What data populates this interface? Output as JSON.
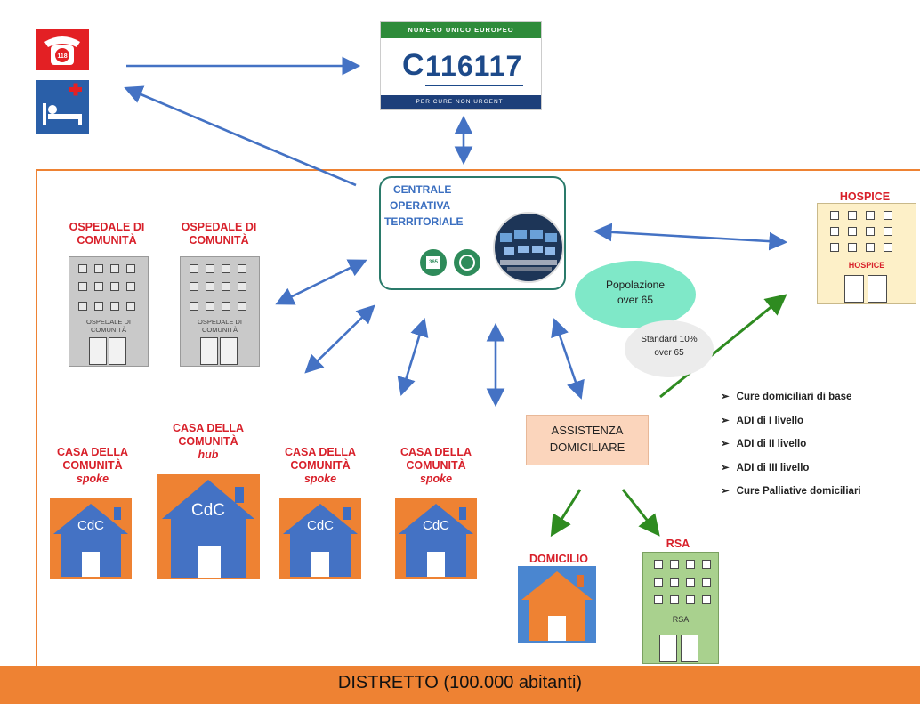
{
  "top": {
    "phone_number": "118",
    "number_panel": {
      "header": "NUMERO UNICO EUROPEO",
      "number": "116117",
      "footer": "PER CURE NON URGENTI"
    }
  },
  "cot": {
    "line1": "CENTRALE",
    "line2": "OPERATIVA",
    "line3": "TERRITORIALE",
    "calendar_text": "365"
  },
  "ospedale": [
    {
      "line1": "OSPEDALE DI",
      "line2": "COMUNITÀ",
      "sign1": "OSPEDALE DI",
      "sign2": "COMUNITÀ"
    },
    {
      "line1": "OSPEDALE DI",
      "line2": "COMUNITÀ",
      "sign1": "OSPEDALE DI",
      "sign2": "COMUNITÀ"
    }
  ],
  "hospice": {
    "title": "HOSPICE",
    "sign": "HOSPICE"
  },
  "popolazione": {
    "line1": "Popolazione",
    "line2": "over 65"
  },
  "standard": {
    "line1": "Standard 10%",
    "line2": "over 65"
  },
  "cure_list": [
    "Cure domiciliari di base",
    "ADI di I livello",
    "ADI di II livello",
    "ADI di III livello",
    "Cure Palliative domiciliari"
  ],
  "case": [
    {
      "line1": "CASA DELLA",
      "line2": "COMUNITÀ",
      "type": "spoke",
      "house": "CdC"
    },
    {
      "line1": "CASA DELLA",
      "line2": "COMUNITÀ",
      "type": "hub",
      "house": "CdC"
    },
    {
      "line1": "CASA DELLA",
      "line2": "COMUNITÀ",
      "type": "spoke",
      "house": "CdC"
    },
    {
      "line1": "CASA DELLA",
      "line2": "COMUNITÀ",
      "type": "spoke",
      "house": "CdC"
    }
  ],
  "assistenza": {
    "line1": "ASSISTENZA",
    "line2": "DOMICILIARE"
  },
  "domicilio": {
    "title": "DOMICILIO"
  },
  "rsa": {
    "title": "RSA",
    "sign": "RSA"
  },
  "distretto": {
    "label": "DISTRETTO (100.000 abitanti)"
  },
  "colors": {
    "orange": "#ee8233",
    "blue_arrow": "#4472c4",
    "green_arrow": "#2e8b20",
    "house_blue": "#4472c4",
    "red_text": "#d8202a",
    "cot_border": "#2a7a6a",
    "popolazione_fill": "#7fe8c8",
    "assistenza_fill": "#fbd5bc",
    "hospice_fill": "#fdf0c8",
    "rsa_fill": "#a9d18e"
  },
  "icons": [
    "phone-icon",
    "hospital-bed-icon",
    "calendar-icon",
    "clock-icon",
    "control-room-icon",
    "chevron-bullet-icon"
  ]
}
